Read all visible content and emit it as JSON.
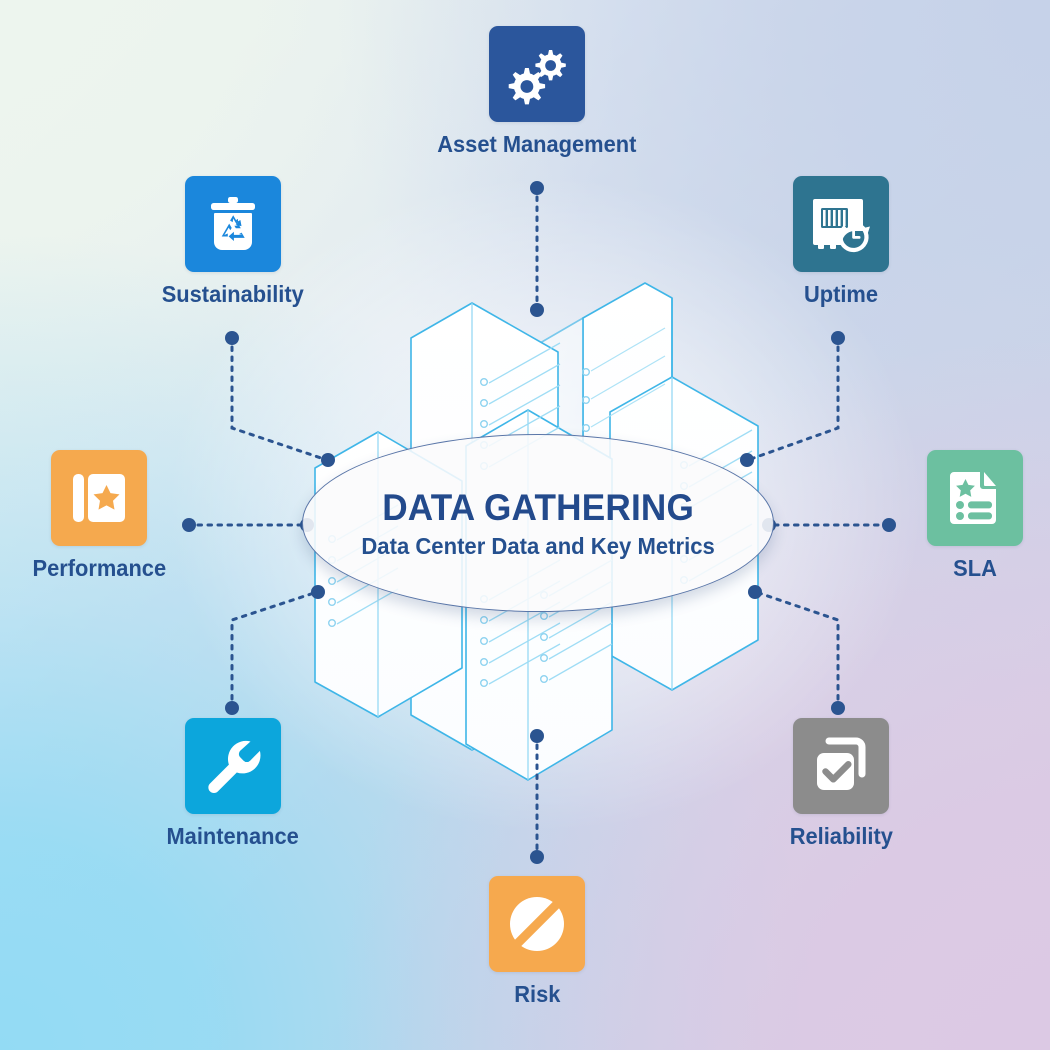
{
  "hub": {
    "title": "DATA GATHERING",
    "subtitle": "Data Center Data and Key Metrics",
    "illustration": "isometric-server-racks"
  },
  "theme": {
    "label_color": "#25508f",
    "hub_title_color": "#234a8c",
    "connector_color": "#2b5490",
    "server_outline_color": "#3fb6e8",
    "background_corners": {
      "top_left": "#edf5ee",
      "top_right": "#c6d2e9",
      "bottom_left": "#93dbf4",
      "bottom_right": "#dcc9e4"
    }
  },
  "nodes": [
    {
      "id": "asset-management",
      "label": "Asset Management",
      "icon": "gears-icon",
      "color": "#2b569c",
      "position": "top"
    },
    {
      "id": "sustainability",
      "label": "Sustainability",
      "icon": "recycle-bin-icon",
      "color": "#1b87dc",
      "position": "top-left"
    },
    {
      "id": "uptime",
      "label": "Uptime",
      "icon": "server-clock-icon",
      "color": "#2e7490",
      "position": "top-right"
    },
    {
      "id": "performance",
      "label": "Performance",
      "icon": "book-star-icon",
      "color": "#f5a94e",
      "position": "left"
    },
    {
      "id": "sla",
      "label": "SLA",
      "icon": "document-star-list-icon",
      "color": "#6cc0a0",
      "position": "right"
    },
    {
      "id": "maintenance",
      "label": "Maintenance",
      "icon": "wrench-icon",
      "color": "#0ca6dc",
      "position": "bottom-left"
    },
    {
      "id": "reliability",
      "label": "Reliability",
      "icon": "checked-copies-icon",
      "color": "#8c8c8c",
      "position": "bottom-right"
    },
    {
      "id": "risk",
      "label": "Risk",
      "icon": "prohibited-circle-icon",
      "color": "#f6a94e",
      "position": "bottom"
    }
  ]
}
